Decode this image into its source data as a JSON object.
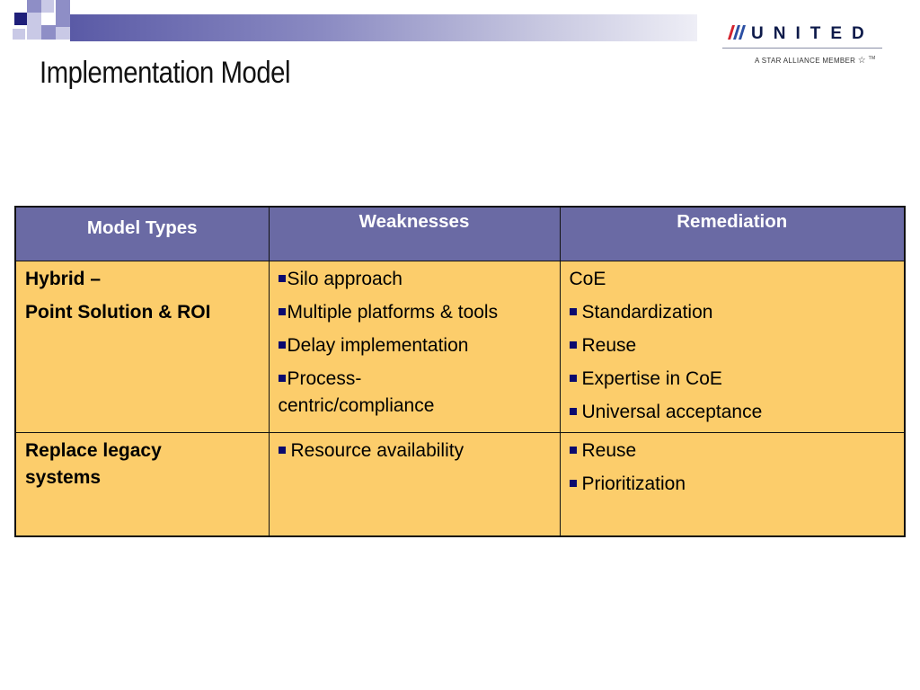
{
  "slide": {
    "title": "Implementation Model"
  },
  "logo": {
    "word": "UNITED",
    "tagline": "A STAR ALLIANCE MEMBER",
    "tm": "TM"
  },
  "table": {
    "headers": [
      "Model Types",
      "Weaknesses",
      "Remediation"
    ],
    "rows": [
      {
        "model": [
          "Hybrid –",
          "Point Solution & ROI"
        ],
        "weaknesses": [
          "Silo approach",
          "Multiple platforms & tools",
          "Delay implementation",
          "Process-centric/compliance"
        ],
        "remediation_lead": "CoE",
        "remediation": [
          "Standardization",
          "Reuse",
          "Expertise in CoE",
          "Universal acceptance"
        ]
      },
      {
        "model": [
          "Replace legacy systems"
        ],
        "weaknesses": [
          "Resource availability"
        ],
        "remediation": [
          "Reuse",
          "Prioritization"
        ]
      }
    ]
  },
  "colors": {
    "header_bg": "#6a6aa4",
    "cell_bg": "#fccd6b",
    "bullet": "#0a0a6e",
    "brand_navy": "#0d1a4a"
  }
}
